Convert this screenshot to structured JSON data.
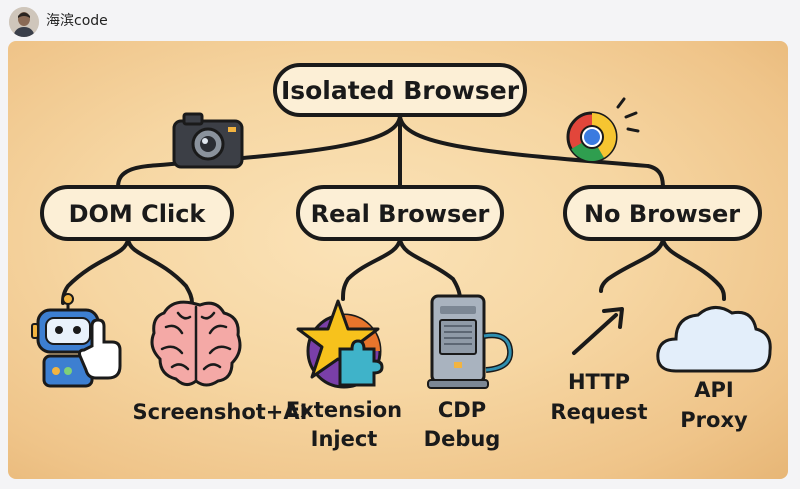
{
  "header": {
    "username": "海滨code"
  },
  "diagram": {
    "root": "Isolated Browser",
    "branches": [
      {
        "label": "DOM Click",
        "icon": "camera-icon"
      },
      {
        "label": "Real Browser",
        "icon": "chrome-icon"
      },
      {
        "label": "No Browser",
        "icon": ""
      }
    ],
    "leaves": {
      "dom_click": [
        {
          "line1": "Screenshot+AI",
          "line2": "",
          "icon": "robot-click-icon"
        },
        {
          "line1": "",
          "line2": "",
          "icon": "brain-icon"
        }
      ],
      "real_browser": [
        {
          "line1": "Extension",
          "line2": "Inject",
          "icon": "star-puzzle-icon"
        },
        {
          "line1": "CDP",
          "line2": "Debug",
          "icon": "debug-server-icon"
        }
      ],
      "no_browser": [
        {
          "line1": "HTTP",
          "line2": "Request",
          "icon": "arrow-icon"
        },
        {
          "line1": "API",
          "line2": "Proxy",
          "icon": "cloud-icon"
        }
      ]
    }
  }
}
